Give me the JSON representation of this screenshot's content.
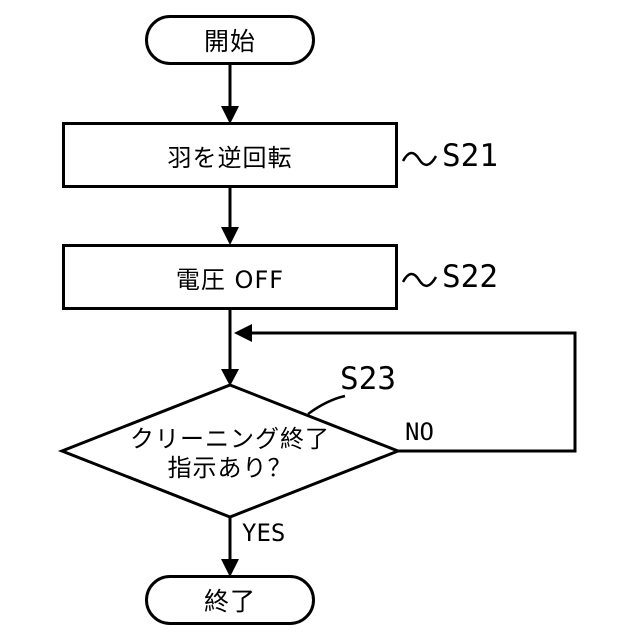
{
  "diagram": {
    "type": "flowchart",
    "colors": {
      "line": "#000000",
      "background": "#ffffff",
      "text": "#000000"
    },
    "nodes": {
      "start": {
        "shape": "terminal",
        "label": "開始"
      },
      "s21": {
        "shape": "process",
        "label": "羽を逆回転",
        "step": "S21"
      },
      "s22": {
        "shape": "process",
        "label": "電圧 OFF",
        "step": "S22"
      },
      "s23": {
        "shape": "decision",
        "line1": "クリーニング終了",
        "line2": "指示あり？",
        "step": "S23"
      },
      "end": {
        "shape": "terminal",
        "label": "終了"
      }
    },
    "edges": {
      "no_label": "NO",
      "yes_label": "YES"
    }
  }
}
